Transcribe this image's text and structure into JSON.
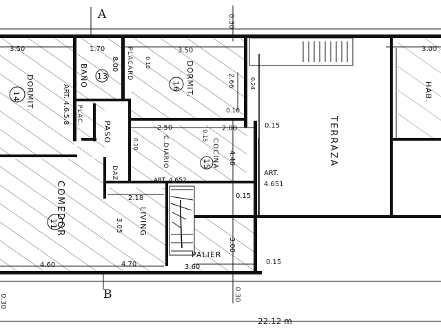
{
  "section_marks": {
    "top": "A",
    "bottom": "B"
  },
  "rooms": {
    "dormit_14": {
      "name": "DORMIT.",
      "number": "14"
    },
    "bano_13": {
      "name": "BAÑO",
      "number": "13"
    },
    "dormit_16": {
      "name": "DORMIT.",
      "number": "16"
    },
    "cocina_15": {
      "name": "COCINA",
      "number": "15"
    },
    "comedor_11": {
      "name": "COMEDOR",
      "number": "11"
    },
    "living": {
      "name": "LIVING"
    },
    "terraza": {
      "name": "TERRAZA"
    },
    "hab": {
      "name": "HAB."
    },
    "palier": {
      "name": "PALIER"
    },
    "paso": {
      "name": "PASO"
    },
    "c_diario": {
      "name": "C.DIARIO"
    },
    "placard": {
      "name": "PLACARD"
    },
    "plac": {
      "name": "PLAC."
    },
    "daz": {
      "name": "DAZ."
    }
  },
  "articles": {
    "art_4_6_5_8": "ART. 4.6.5.8",
    "art_4_652": "ART. 4.652",
    "art_4_651_label": "ART.",
    "art_4_651_value": "4.651"
  },
  "dimensions": {
    "d_0_30_top": "0.30",
    "d_3_50_left": "3.50",
    "d_1_70": "1.70",
    "d_3_50_mid": "3.50",
    "d_3_00": "3.00",
    "d_8_00": "8.00",
    "d_0_10_placard": "0.10",
    "d_2_66": "2.66",
    "d_0_24": "0.24",
    "d_0_10_dormit": "0.10",
    "d_2_50": "2.50",
    "d_2_00": "2.00",
    "d_0_15_a": "0.15",
    "d_0_10_paso": "0.10",
    "d_0_15_cocina": "0.15",
    "d_4_40": "4.40",
    "d_2_18": "2.18",
    "d_0_15_b": "0.15",
    "d_3_05": "3.05",
    "d_3_00_palier": "3.00",
    "d_4_60": "4.60",
    "d_4_70": "4.70",
    "d_3_60": "3.60",
    "d_0_15_c": "0.15",
    "d_0_30_bottom": "0.30",
    "d_0_30_left": "0.30",
    "total": "22.12 m"
  }
}
